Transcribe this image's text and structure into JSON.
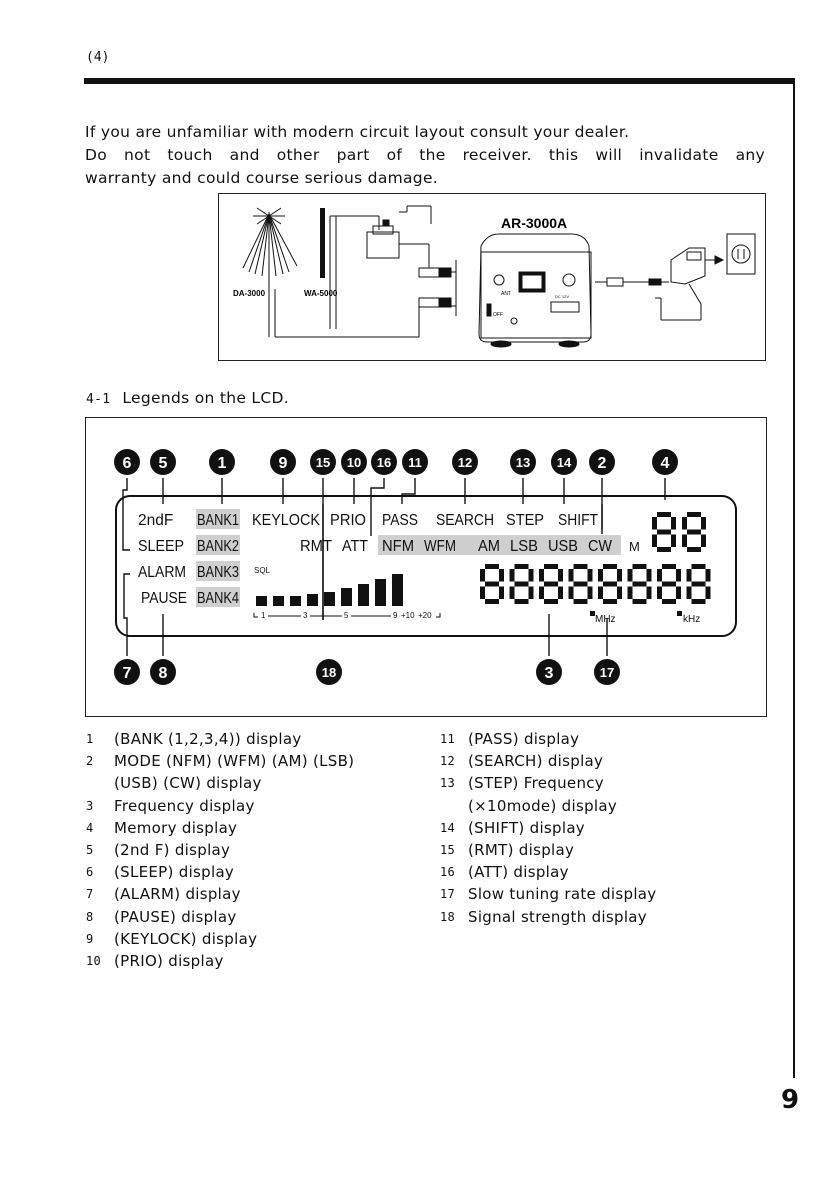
{
  "header": {
    "section_number": "(4)"
  },
  "intro": {
    "line1": "If you are unfamiliar with modern circuit layout consult your dealer.",
    "line2": "Do not touch and other part of the receiver. this will invalidate any",
    "line3": "warranty and could course serious damage."
  },
  "connection_diagram": {
    "model_title": "AR-3000A",
    "antenna_label": "DA-3000",
    "amp_label": "WA-5000",
    "ant_label": "ANT",
    "dc_label": "DC 12V",
    "off_label": "OFF"
  },
  "legend_heading": {
    "number": "4-1",
    "title": "Legends on the LCD."
  },
  "lcd": {
    "callouts": [
      "6",
      "5",
      "1",
      "9",
      "15",
      "10",
      "16",
      "11",
      "12",
      "13",
      "14",
      "2",
      "4",
      "7",
      "8",
      "18",
      "3",
      "17"
    ],
    "labels": {
      "second_f": "2ndF",
      "bank1": "BANK1",
      "keylock": "KEYLOCK",
      "prio": "PRIO",
      "pass": "PASS",
      "search": "SEARCH",
      "step": "STEP",
      "shift": "SHIFT",
      "sleep": "SLEEP",
      "bank2": "BANK2",
      "rmt": "RMT",
      "att": "ATT",
      "nfm": "NFM",
      "wfm": "WFM",
      "am": "AM",
      "lsb": "LSB",
      "usb": "USB",
      "cw": "CW",
      "m": "M",
      "alarm": "ALARM",
      "bank3": "BANK3",
      "sql": "SQL",
      "pause": "PAUSE",
      "bank4": "BANK4",
      "mhz": "MHz",
      "khz": "kHz",
      "scale_1": "1",
      "scale_3": "3",
      "scale_5": "5",
      "scale_9": "9",
      "scale_10": "+10",
      "scale_20": "+20"
    },
    "memory_digits": "88",
    "frequency_digits": "88888888",
    "signal_bar_levels": [
      1,
      2,
      3,
      4,
      5,
      6,
      7,
      8,
      9
    ]
  },
  "legend_list": [
    {
      "num": "1",
      "text": "(BANK (1,2,3,4)) display"
    },
    {
      "num": "2",
      "text": "MODE (NFM) (WFM) (AM) (LSB)"
    },
    {
      "num": "",
      "text": "(USB) (CW) display"
    },
    {
      "num": "3",
      "text": "Frequency display"
    },
    {
      "num": "4",
      "text": "Memory display"
    },
    {
      "num": "5",
      "text": "(2nd F) display"
    },
    {
      "num": "6",
      "text": "(SLEEP) display"
    },
    {
      "num": "7",
      "text": "(ALARM) display"
    },
    {
      "num": "8",
      "text": "(PAUSE) display"
    },
    {
      "num": "9",
      "text": "(KEYLOCK) display"
    },
    {
      "num": "10",
      "text": "(PRIO) display"
    },
    {
      "num": "11",
      "text": "(PASS) display"
    },
    {
      "num": "12",
      "text": "(SEARCH) display"
    },
    {
      "num": "13",
      "text": "(STEP) Frequency"
    },
    {
      "num": "",
      "text": "(×10mode) display"
    },
    {
      "num": "14",
      "text": "(SHIFT) display"
    },
    {
      "num": "15",
      "text": "(RMT) display"
    },
    {
      "num": "16",
      "text": "(ATT) display"
    },
    {
      "num": "17",
      "text": "Slow tuning rate display"
    },
    {
      "num": "18",
      "text": "Signal strength display"
    }
  ],
  "footer": {
    "page_number": "9"
  }
}
